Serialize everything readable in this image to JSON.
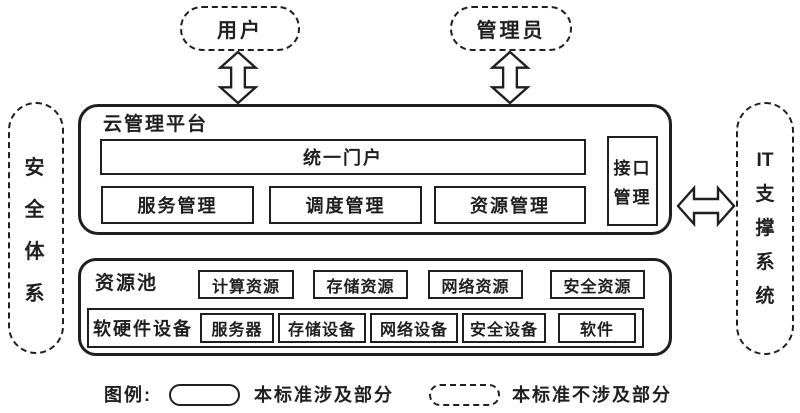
{
  "actors": {
    "user": {
      "label": "用户"
    },
    "admin": {
      "label": "管理员"
    }
  },
  "security_panel": {
    "label": "安全体系",
    "chars": [
      "安",
      "全",
      "体",
      "系"
    ]
  },
  "it_support_panel": {
    "label": "IT支撑系统",
    "lines": [
      "IT",
      "支",
      "撑",
      "系",
      "统"
    ]
  },
  "platform": {
    "title": "云管理平台",
    "portal_label": "统一门户",
    "modules": [
      "服务管理",
      "调度管理",
      "资源管理"
    ],
    "interface_module": {
      "label": "接口管理",
      "lines": [
        "接口",
        "管理"
      ]
    }
  },
  "resource_pool": {
    "title": "资源池",
    "resources": [
      "计算资源",
      "存储资源",
      "网络资源",
      "安全资源"
    ],
    "hardware_row": {
      "label": "软硬件设备",
      "items": [
        "服务器",
        "存储设备",
        "网络设备",
        "安全设备",
        "软件"
      ]
    }
  },
  "legend": {
    "title": "图例:",
    "covered_label": "本标准涉及部分",
    "not_covered_label": "本标准不涉及部分"
  },
  "colors": {
    "line": "#1f1f1f",
    "background": "#ffffff"
  }
}
